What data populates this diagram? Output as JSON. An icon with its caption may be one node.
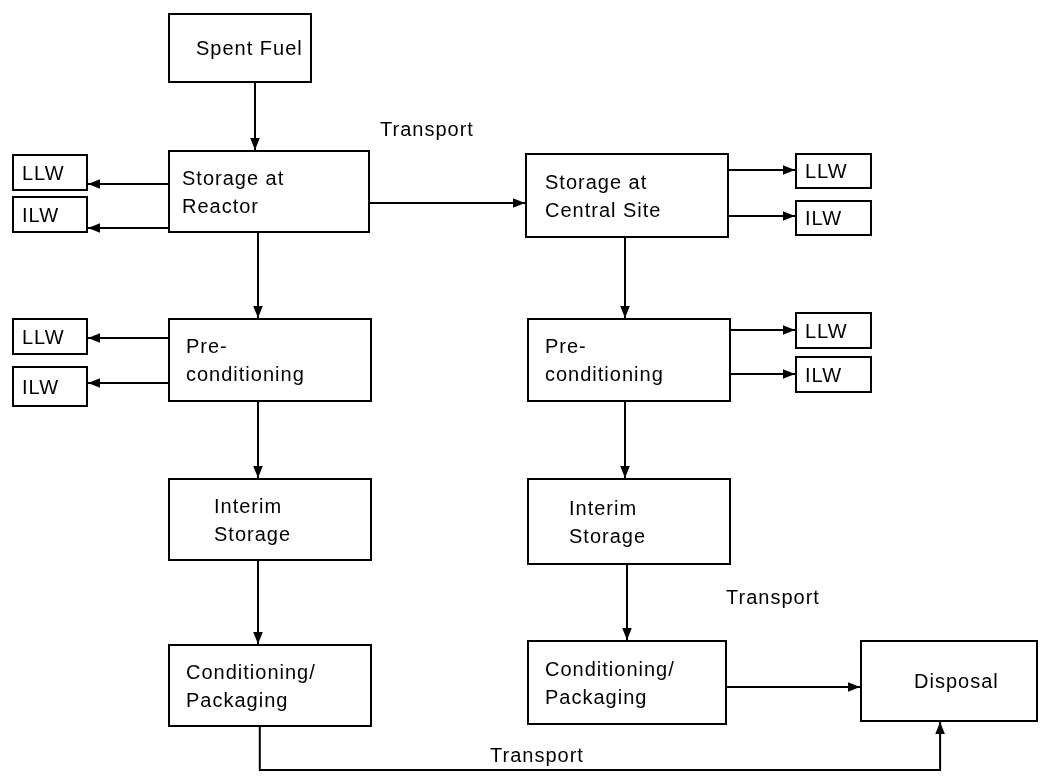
{
  "diagram": {
    "nodes": [
      {
        "text": [
          "Spent Fuel"
        ]
      },
      {
        "text": [
          "LLW"
        ]
      },
      {
        "text": [
          "ILW"
        ]
      },
      {
        "text": [
          "Storage at Reactor"
        ]
      },
      {
        "text": [
          "Storage at Central Site"
        ]
      },
      {
        "text": [
          "LLW"
        ]
      },
      {
        "text": [
          "ILW"
        ]
      },
      {
        "text": [
          "LLW"
        ]
      },
      {
        "text": [
          "ILW"
        ]
      },
      {
        "text": [
          "Pre- conditioning"
        ]
      },
      {
        "text": [
          "Pre- conditioning"
        ]
      },
      {
        "text": [
          "LLW"
        ]
      },
      {
        "text": [
          "ILW"
        ]
      },
      {
        "text": [
          "Interim Storage"
        ]
      },
      {
        "text": [
          "Interim Storage"
        ]
      },
      {
        "text": [
          "Conditioning/ Packaging"
        ]
      },
      {
        "text": [
          "Conditioning/ Packaging"
        ]
      },
      {
        "text": [
          "Disposal"
        ]
      }
    ],
    "edges": [
      {
        "from": 0,
        "to": 3,
        "arrow": "to"
      },
      {
        "from": 3,
        "to": 1,
        "arrow": "to"
      },
      {
        "from": 3,
        "to": 2,
        "arrow": "to"
      },
      {
        "from": 3,
        "to": 4,
        "arrow": "to",
        "label": "Transport"
      },
      {
        "from": 4,
        "to": 5,
        "arrow": "to"
      },
      {
        "from": 4,
        "to": 6,
        "arrow": "to"
      },
      {
        "from": 3,
        "to": 9,
        "arrow": "to"
      },
      {
        "from": 4,
        "to": 10,
        "arrow": "to"
      },
      {
        "from": 9,
        "to": 7,
        "arrow": "to"
      },
      {
        "from": 9,
        "to": 8,
        "arrow": "to"
      },
      {
        "from": 10,
        "to": 11,
        "arrow": "to"
      },
      {
        "from": 10,
        "to": 12,
        "arrow": "to"
      },
      {
        "from": 9,
        "to": 13,
        "arrow": "to"
      },
      {
        "from": 10,
        "to": 14,
        "arrow": "to"
      },
      {
        "from": 13,
        "to": 15,
        "arrow": "to"
      },
      {
        "from": 14,
        "to": 16,
        "arrow": "to"
      },
      {
        "from": 16,
        "to": 17,
        "arrow": "to",
        "label": "Transport"
      },
      {
        "from": 15,
        "to": 17,
        "arrow": "to",
        "label": "Transport"
      }
    ]
  }
}
